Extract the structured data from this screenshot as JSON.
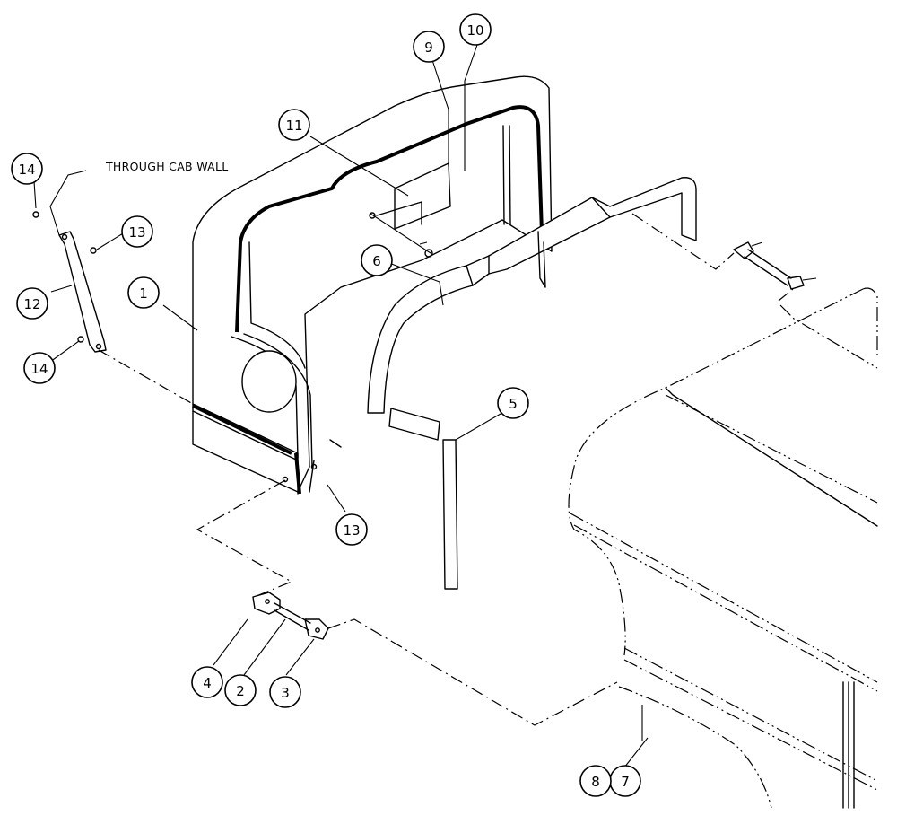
{
  "note": {
    "text": "THROUGH CAB WALL"
  },
  "callouts": {
    "c1": "1",
    "c2": "2",
    "c3": "3",
    "c4": "4",
    "c5": "5",
    "c6": "6",
    "c7": "7",
    "c8": "8",
    "c9": "9",
    "c10": "10",
    "c11": "11",
    "c12": "12",
    "c13a": "13",
    "c13b": "13",
    "c14a": "14",
    "c14b": "14"
  }
}
